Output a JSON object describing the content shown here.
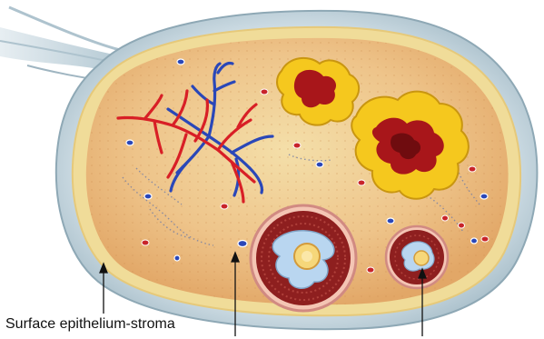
{
  "labels": {
    "surface_epithelium_stroma": "Surface epithelium-stroma"
  },
  "colors": {
    "capsule": "#b9cfd8",
    "surface_epithelium": "#f3e6a8",
    "stroma": "#e8b978",
    "stroma_light": "#f2d9a0",
    "artery": "#d81f26",
    "vein": "#2a47b8",
    "follicle_ring": "#8e1f1f",
    "antrum": "#b9d6f0",
    "oocyte": "#f6d77a",
    "corpus_luteum": "#f5c81e",
    "corpus_luteum_core": "#a8161a",
    "ligament": "#c9d7df"
  },
  "icons": [
    "pointer-arrow-1",
    "pointer-arrow-2",
    "pointer-arrow-3"
  ]
}
